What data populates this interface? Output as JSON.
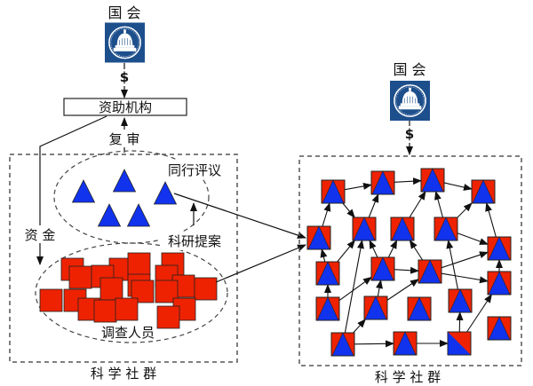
{
  "colors": {
    "seal_bg": "#1d4f8c",
    "seal_fg": "#ffffff",
    "researcher_square": "#ee2200",
    "reviewer_triangle": "#1133ee",
    "outline": "#222222",
    "dash": "#555555"
  },
  "left_panel": {
    "congress_label": "国 会",
    "congress_icon": "capitol-seal-icon",
    "money_symbol": "$",
    "funding_agency_label": "资助机构",
    "review_label": "复 审",
    "peer_review_label": "同行评议",
    "funding_label": "资 金",
    "proposal_label": "科研提案",
    "researchers_label": "调查人员",
    "community_label": "科 学 社 群",
    "reviewer_count": 5,
    "researcher_count": 20
  },
  "right_panel": {
    "congress_label": "国 会",
    "congress_icon": "capitol-seal-icon",
    "money_symbol": "$",
    "community_label": "科 学 社 群",
    "node_count": 21
  }
}
